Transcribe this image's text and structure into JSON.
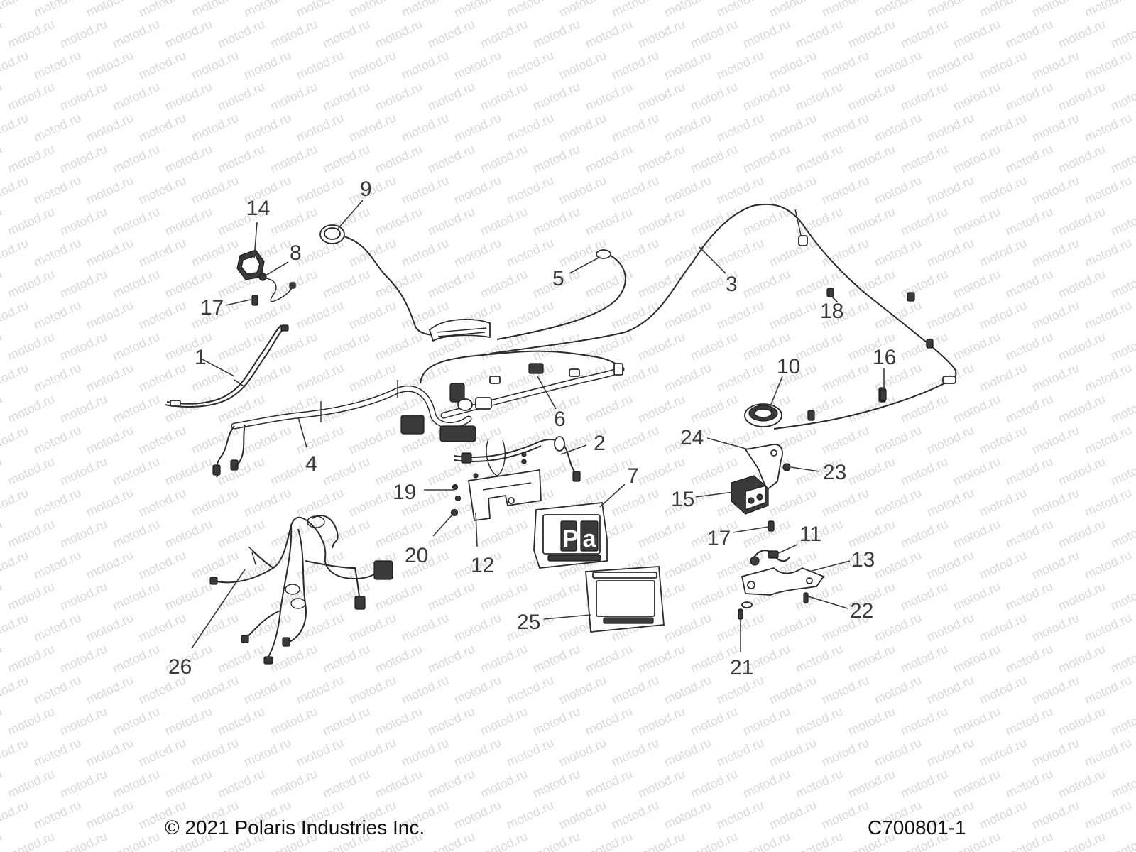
{
  "callouts": [
    {
      "id": "1",
      "label": "1"
    },
    {
      "id": "2",
      "label": "2"
    },
    {
      "id": "3",
      "label": "3"
    },
    {
      "id": "4",
      "label": "4"
    },
    {
      "id": "5",
      "label": "5"
    },
    {
      "id": "6",
      "label": "6"
    },
    {
      "id": "7",
      "label": "7"
    },
    {
      "id": "8",
      "label": "8"
    },
    {
      "id": "9",
      "label": "9"
    },
    {
      "id": "10",
      "label": "10"
    },
    {
      "id": "11",
      "label": "11"
    },
    {
      "id": "12",
      "label": "12"
    },
    {
      "id": "13",
      "label": "13"
    },
    {
      "id": "14",
      "label": "14"
    },
    {
      "id": "15",
      "label": "15"
    },
    {
      "id": "16",
      "label": "16"
    },
    {
      "id": "17a",
      "label": "17"
    },
    {
      "id": "17b",
      "label": "17"
    },
    {
      "id": "18",
      "label": "18"
    },
    {
      "id": "19",
      "label": "19"
    },
    {
      "id": "20",
      "label": "20"
    },
    {
      "id": "21",
      "label": "21"
    },
    {
      "id": "22",
      "label": "22"
    },
    {
      "id": "23",
      "label": "23"
    },
    {
      "id": "24",
      "label": "24"
    },
    {
      "id": "25",
      "label": "25"
    },
    {
      "id": "26",
      "label": "26"
    }
  ],
  "watermark": "motod.ru",
  "display_marking": "Pa",
  "footer": {
    "copyright": "© 2021 Polaris Industries Inc.",
    "drawing_number": "C700801-1"
  },
  "colors": {
    "line_art": "#2a2a2a",
    "callout_text": "#3a3a3a",
    "watermark": "#d9d9d9",
    "background": "#ffffff"
  }
}
